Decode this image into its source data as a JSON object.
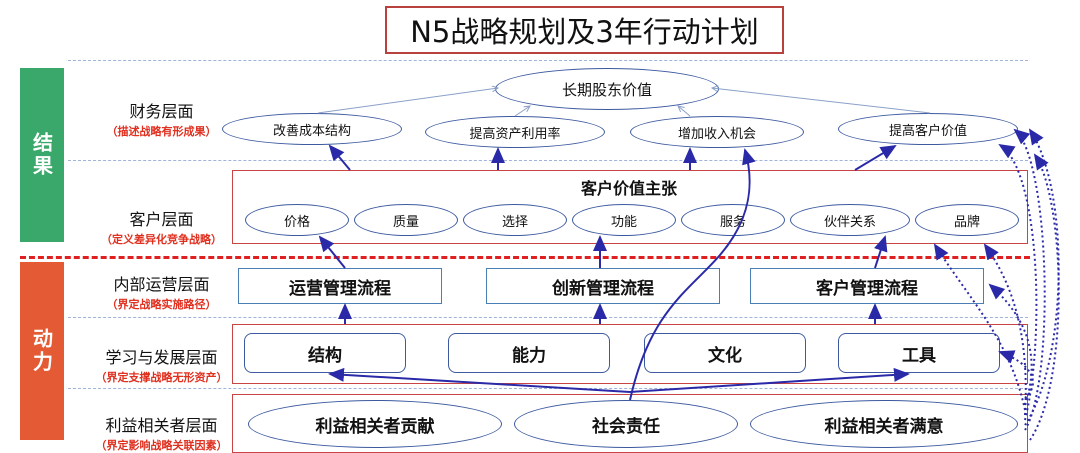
{
  "title": "N5战略规划及3年行动计划",
  "side": {
    "result": "结果",
    "drive": "动力"
  },
  "layers": {
    "financial": {
      "name": "财务层面",
      "desc": "（描述战略有形成果）"
    },
    "customer": {
      "name": "客户层面",
      "desc": "（定义差异化竞争战略）"
    },
    "internal": {
      "name": "内部运营层面",
      "desc": "（界定战略实施路径）"
    },
    "learning": {
      "name": "学习与发展层面",
      "desc": "（界定支撑战略无形资产）"
    },
    "stakeholder": {
      "name": "利益相关者层面",
      "desc": "（界定影响战略关联因素）"
    }
  },
  "financial": {
    "top": "长期股东价值",
    "items": [
      "改善成本结构",
      "提高资产利用率",
      "增加收入机会",
      "提高客户价值"
    ]
  },
  "customer": {
    "heading": "客户价值主张",
    "items": [
      "价格",
      "质量",
      "选择",
      "功能",
      "服务",
      "伙伴关系",
      "品牌"
    ]
  },
  "internal": {
    "items": [
      "运营管理流程",
      "创新管理流程",
      "客户管理流程"
    ]
  },
  "learning": {
    "items": [
      "结构",
      "能力",
      "文化",
      "工具"
    ]
  },
  "stakeholder": {
    "items": [
      "利益相关者贡献",
      "社会责任",
      "利益相关者满意"
    ]
  },
  "colors": {
    "arrow": "#2a2aa8",
    "frame": "#c94444",
    "divider": "#e02020",
    "green": "#3aa86a",
    "orange": "#e35a34"
  }
}
